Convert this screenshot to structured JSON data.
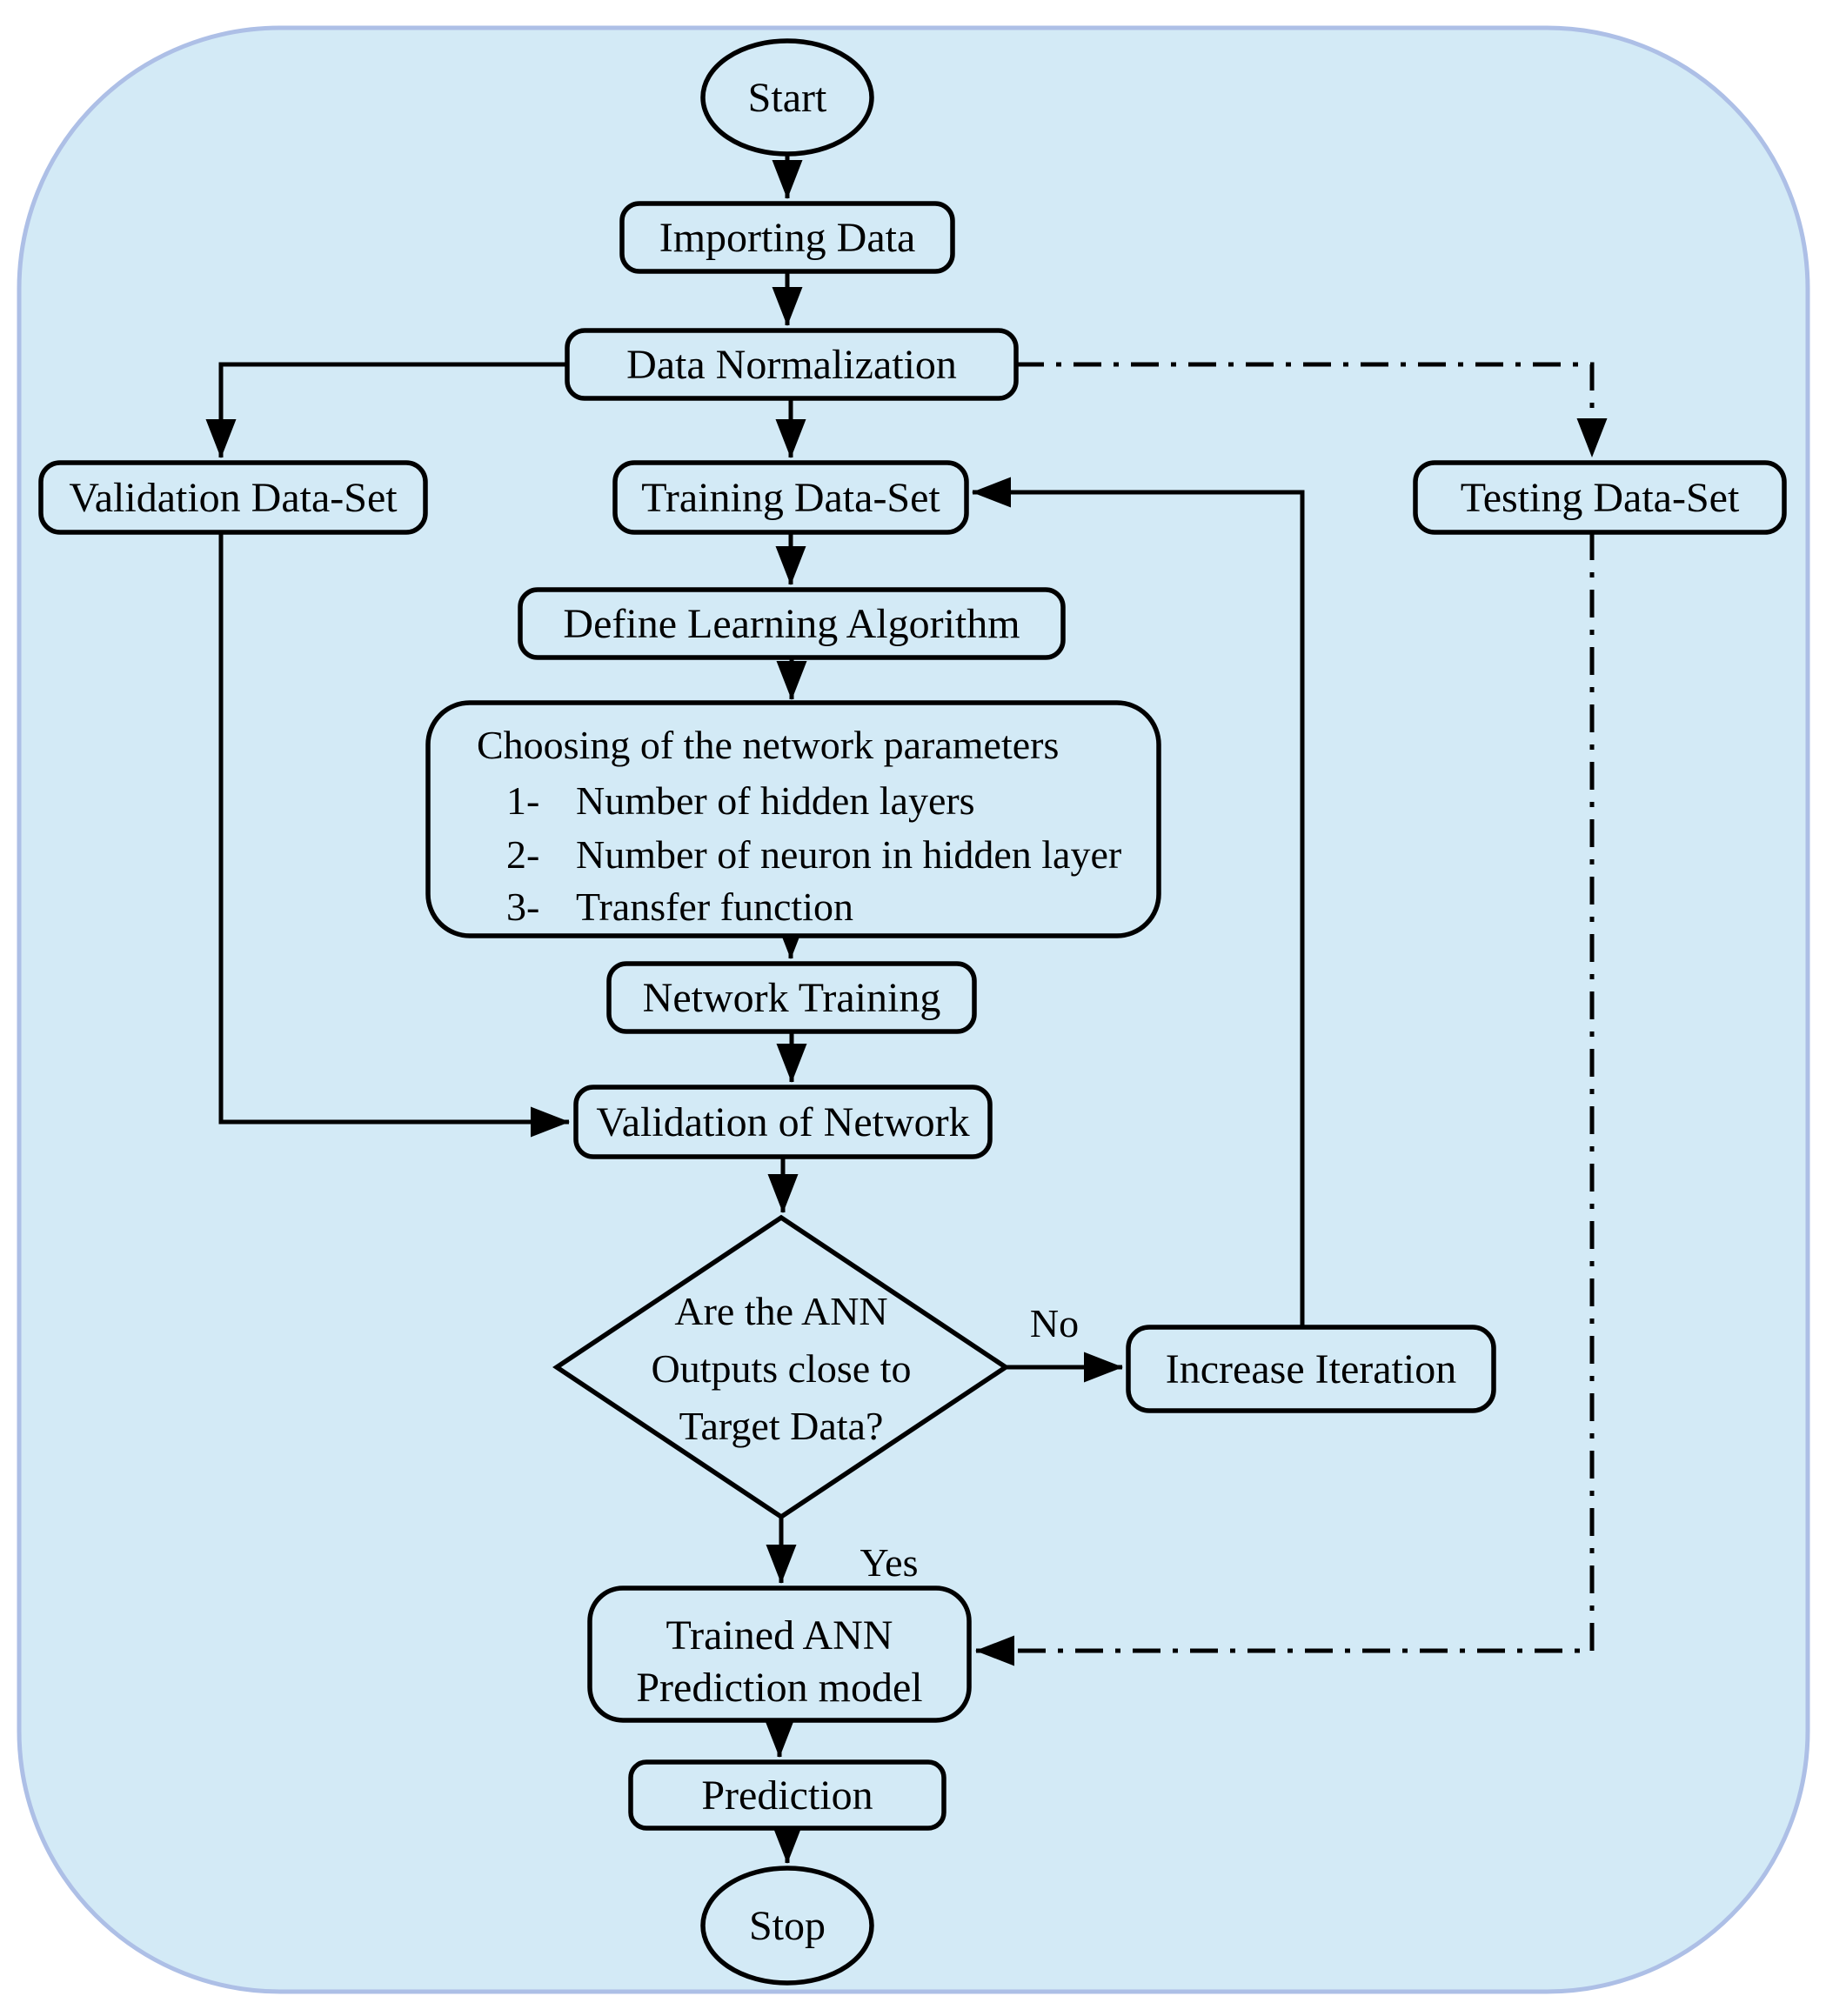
{
  "diagram": {
    "title": "ANN training and prediction flowchart",
    "colors": {
      "canvas_fill": "#d3eaf6",
      "canvas_border": "#adbfe6",
      "shape_fill": "#d3eaf6",
      "line_color": "#000000",
      "text_color": "#000000"
    },
    "nodes": {
      "start": "Start",
      "importing_data": "Importing Data",
      "data_normalization": "Data Normalization",
      "validation_dataset": "Validation Data-Set",
      "training_dataset": "Training Data-Set",
      "testing_dataset": "Testing Data-Set",
      "define_learning_algorithm": "Define Learning Algorithm",
      "network_parameters": {
        "title": "Choosing of the network parameters",
        "item1_num": "1-",
        "item1": "Number of hidden layers",
        "item2_num": "2-",
        "item2": "Number of neuron in hidden layer",
        "item3_num": "3-",
        "item3": "Transfer function"
      },
      "network_training": "Network Training",
      "validation_of_network": "Validation of Network",
      "decision": {
        "line1": "Are the ANN",
        "line2": "Outputs close to",
        "line3": "Target Data?"
      },
      "increase_iteration": "Increase Iteration",
      "trained_ann": {
        "line1": "Trained ANN",
        "line2": "Prediction model"
      },
      "prediction": "Prediction",
      "stop": "Stop"
    },
    "edge_labels": {
      "no": "No",
      "yes": "Yes"
    }
  }
}
